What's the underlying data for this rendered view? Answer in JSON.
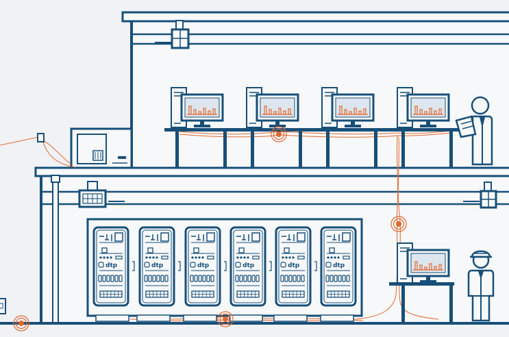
{
  "colors": {
    "background": "#f1f2f6",
    "wall": "#f7f8fa",
    "line": "#174f78",
    "accent": "#e2672e",
    "screen": "#dde6ee"
  },
  "icons": {
    "workstation": "computer-monitor-icon",
    "operator": "person-with-tablet-icon",
    "engineer": "person-with-hard-hat-icon",
    "signal": "wireless-node-icon",
    "vent": "vent-grille-icon",
    "junction": "junction-box-icon"
  },
  "cabinets": [
    {
      "panel_text": "dtp"
    },
    {
      "panel_text": "dtp"
    },
    {
      "panel_text": "dtp"
    },
    {
      "panel_text": "dtp"
    },
    {
      "panel_text": "dtp"
    },
    {
      "panel_text": "dtp"
    }
  ],
  "workstation_count": 5
}
